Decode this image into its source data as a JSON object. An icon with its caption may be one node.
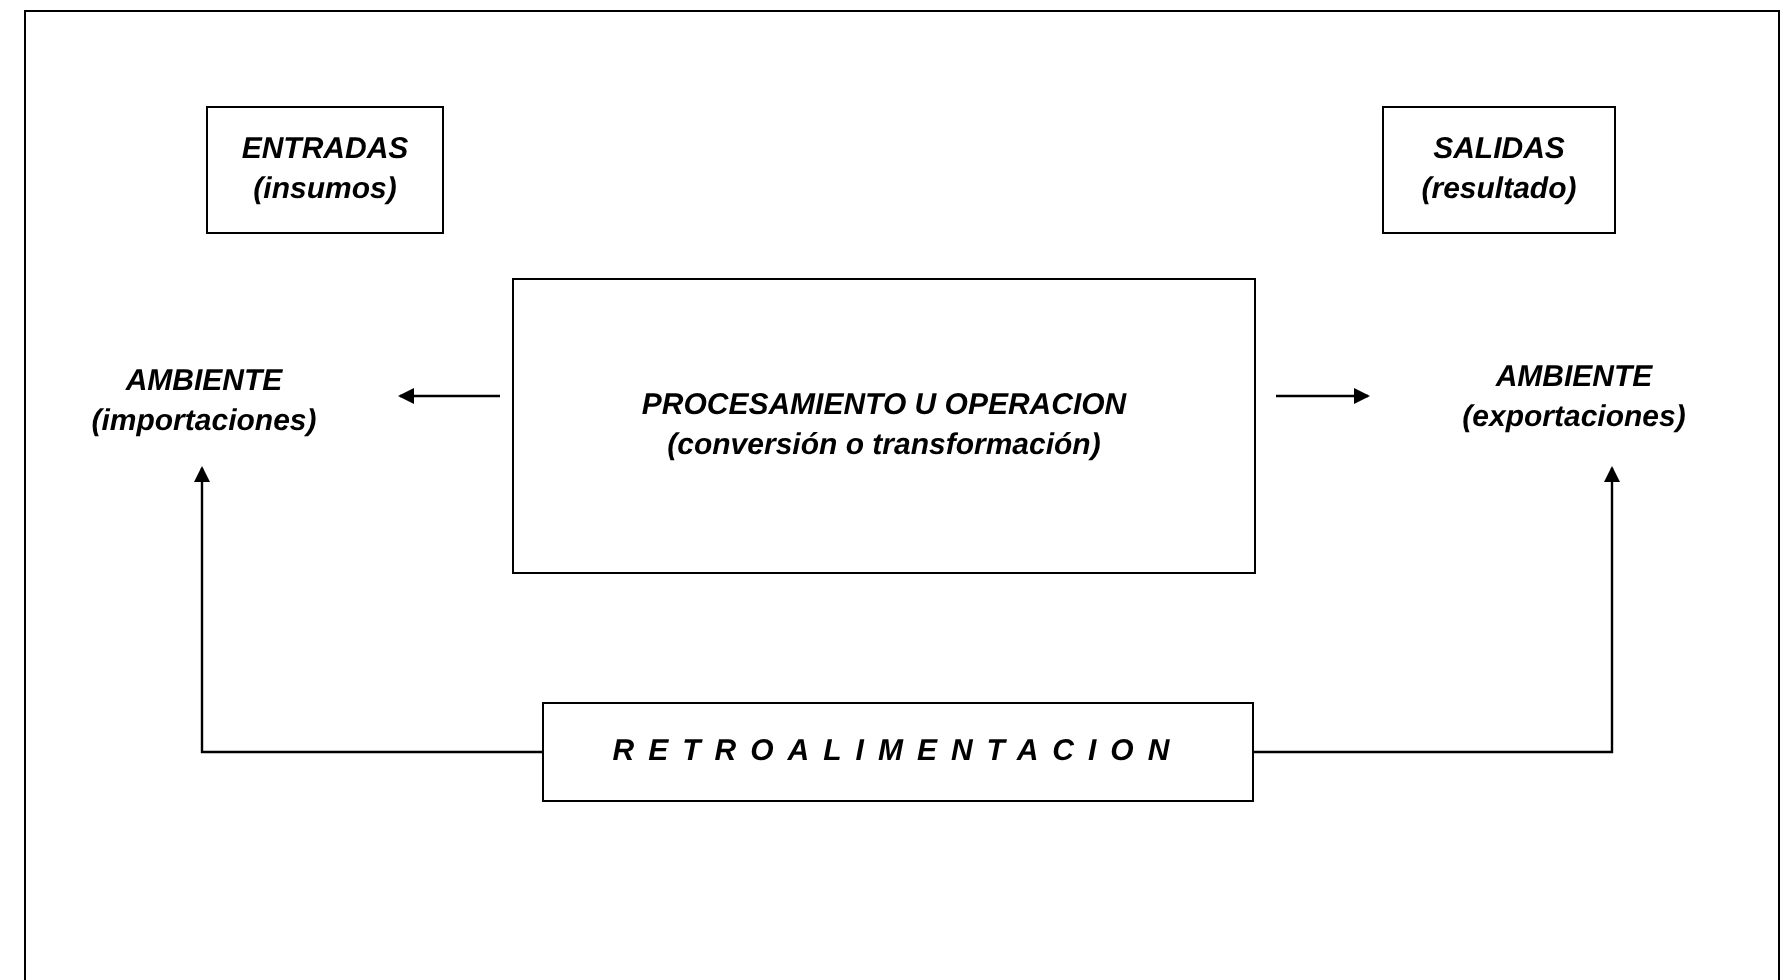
{
  "diagram": {
    "nodes": [
      {
        "text": [
          "ENTRADAS",
          "(insumos)"
        ]
      },
      {
        "text": [
          "SALIDAS",
          "(resultado)"
        ]
      },
      {
        "text": [
          "PROCESAMIENTO U OPERACION",
          "(conversión o  transformación)"
        ]
      },
      {
        "text": [
          "AMBIENTE",
          "(importaciones)"
        ]
      },
      {
        "text": [
          "AMBIENTE",
          "(exportaciones)"
        ]
      },
      {
        "text": [
          "RETROALIMENTACION"
        ]
      }
    ],
    "edges": [
      {
        "from": 2,
        "to": 3,
        "arrow": "to"
      },
      {
        "from": 2,
        "to": 4,
        "arrow": "to"
      },
      {
        "from": 5,
        "to": 3,
        "arrow": "to"
      },
      {
        "from": 5,
        "to": 4,
        "arrow": "to"
      }
    ]
  }
}
